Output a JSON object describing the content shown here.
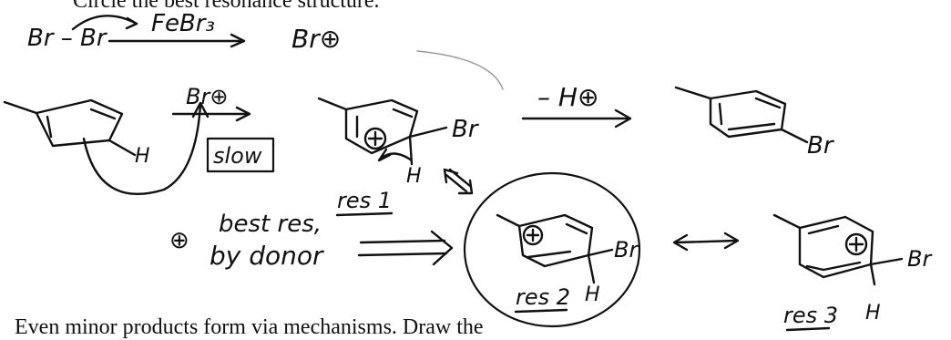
{
  "printed": {
    "top_line": "Circle the best resonance structure.",
    "bottom_line": "Even minor products form via mechanisms. Draw the"
  },
  "handwriting": {
    "bromine_reactant": "Br – Br",
    "catalyst": "FeBr₃",
    "electrophile": "Br⊕",
    "attacking_electrophile": "Br⊕",
    "slow_label": "slow",
    "arene_h": "H",
    "sigma_br": "Br",
    "sigma_h": "H",
    "deprotonation": "– H⊕",
    "product_br": "Br",
    "res1_label": "res 1",
    "res2_label": "res 2",
    "res3_label": "res 3",
    "note_line1": "best res,",
    "note_line2": "by donor",
    "plus_sign": "⊕",
    "res2_br": "Br",
    "res2_h": "H",
    "res3_br": "Br",
    "res3_h": "H"
  },
  "colors": {
    "ink": "#111111",
    "background": "#ffffff"
  }
}
